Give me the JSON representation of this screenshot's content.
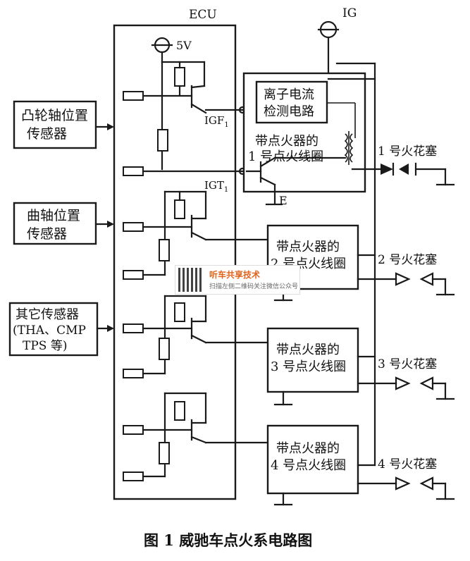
{
  "ecu": {
    "label": "ECU",
    "supply": "5V",
    "igf": "IGF",
    "igf_sub": "1",
    "igt": "IGT",
    "igt_sub": "1"
  },
  "ig": {
    "label": "IG"
  },
  "sensors": {
    "cam": [
      "凸轮轴位置",
      "传感器"
    ],
    "crank": [
      "曲轴位置",
      "传感器"
    ],
    "other": [
      "其它传感器",
      "(THA、CMP",
      "TPS 等)"
    ]
  },
  "coil1": {
    "detector": [
      "离子电流",
      "检测电路"
    ],
    "label": [
      "带点火器的",
      "1 号点火线圈"
    ],
    "ground": "E"
  },
  "coils": [
    {
      "line1": "带点火器的",
      "line2": "2 号点火线圈"
    },
    {
      "line1": "带点火器的",
      "line2": "3 号点火线圈"
    },
    {
      "line1": "带点火器的",
      "line2": "4 号点火线圈"
    }
  ],
  "plugs": [
    "1 号火花塞",
    "2 号火花塞",
    "3 号火花塞",
    "4 号火花塞"
  ],
  "watermark": {
    "title": "听车共享技术",
    "subtitle": "扫描左侧二维码关注微信公众号"
  },
  "caption": "图 1  威驰车点火系电路图"
}
